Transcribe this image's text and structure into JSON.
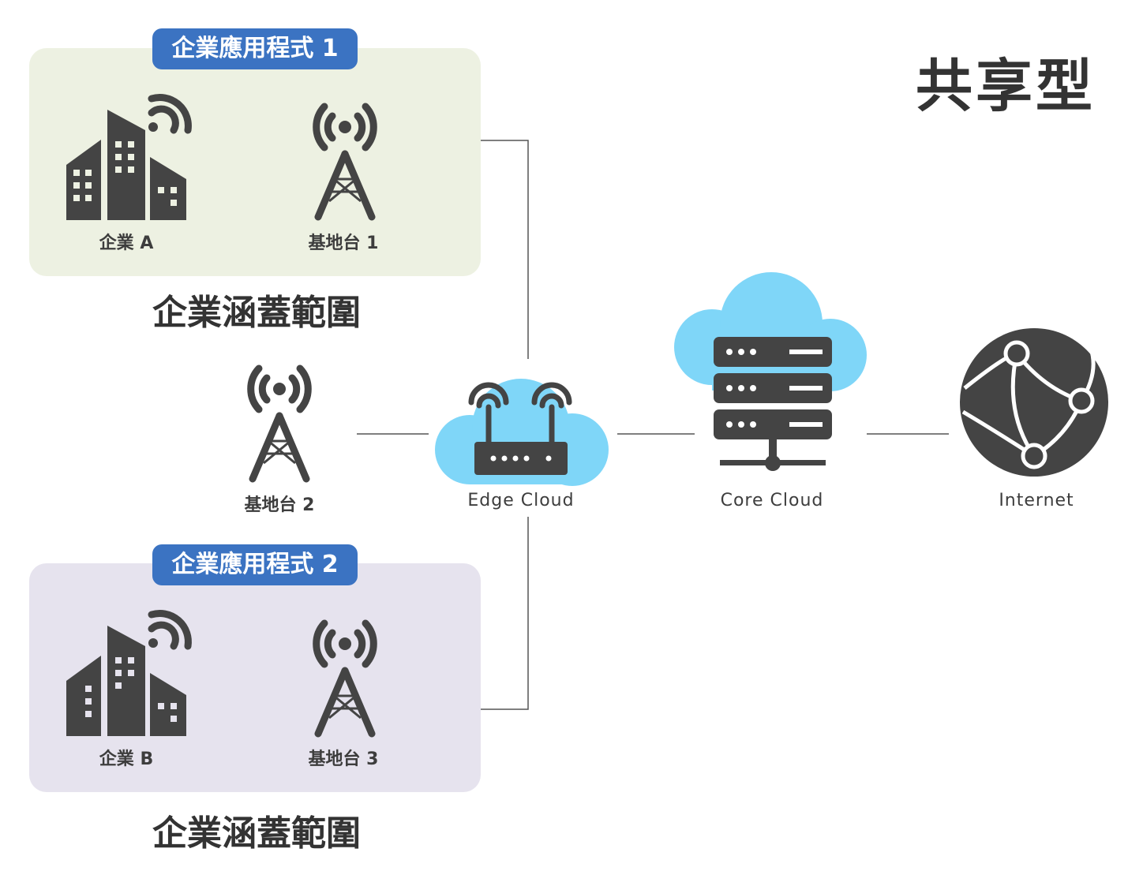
{
  "title": "共享型",
  "zones": [
    {
      "badge": "企業應用程式 1",
      "enterprise_label": "企業 A",
      "station_label": "基地台 1",
      "coverage_label": "企業涵蓋範圍"
    },
    {
      "badge": "企業應用程式 2",
      "enterprise_label": "企業 B",
      "station_label": "基地台 3",
      "coverage_label": "企業涵蓋範圍"
    }
  ],
  "station2_label": "基地台 2",
  "edge_label": "Edge Cloud",
  "core_label": "Core Cloud",
  "internet_label": "Internet",
  "colors": {
    "badge": "#3b73c2",
    "panel_a": "#edf1e2",
    "panel_b": "#e6e3ee",
    "cloud": "#7fd6f8",
    "icon": "#444444",
    "line": "#555555"
  },
  "icons": [
    "building-wifi-icon",
    "cell-tower-icon",
    "router-icon",
    "server-icon",
    "globe-network-icon"
  ]
}
